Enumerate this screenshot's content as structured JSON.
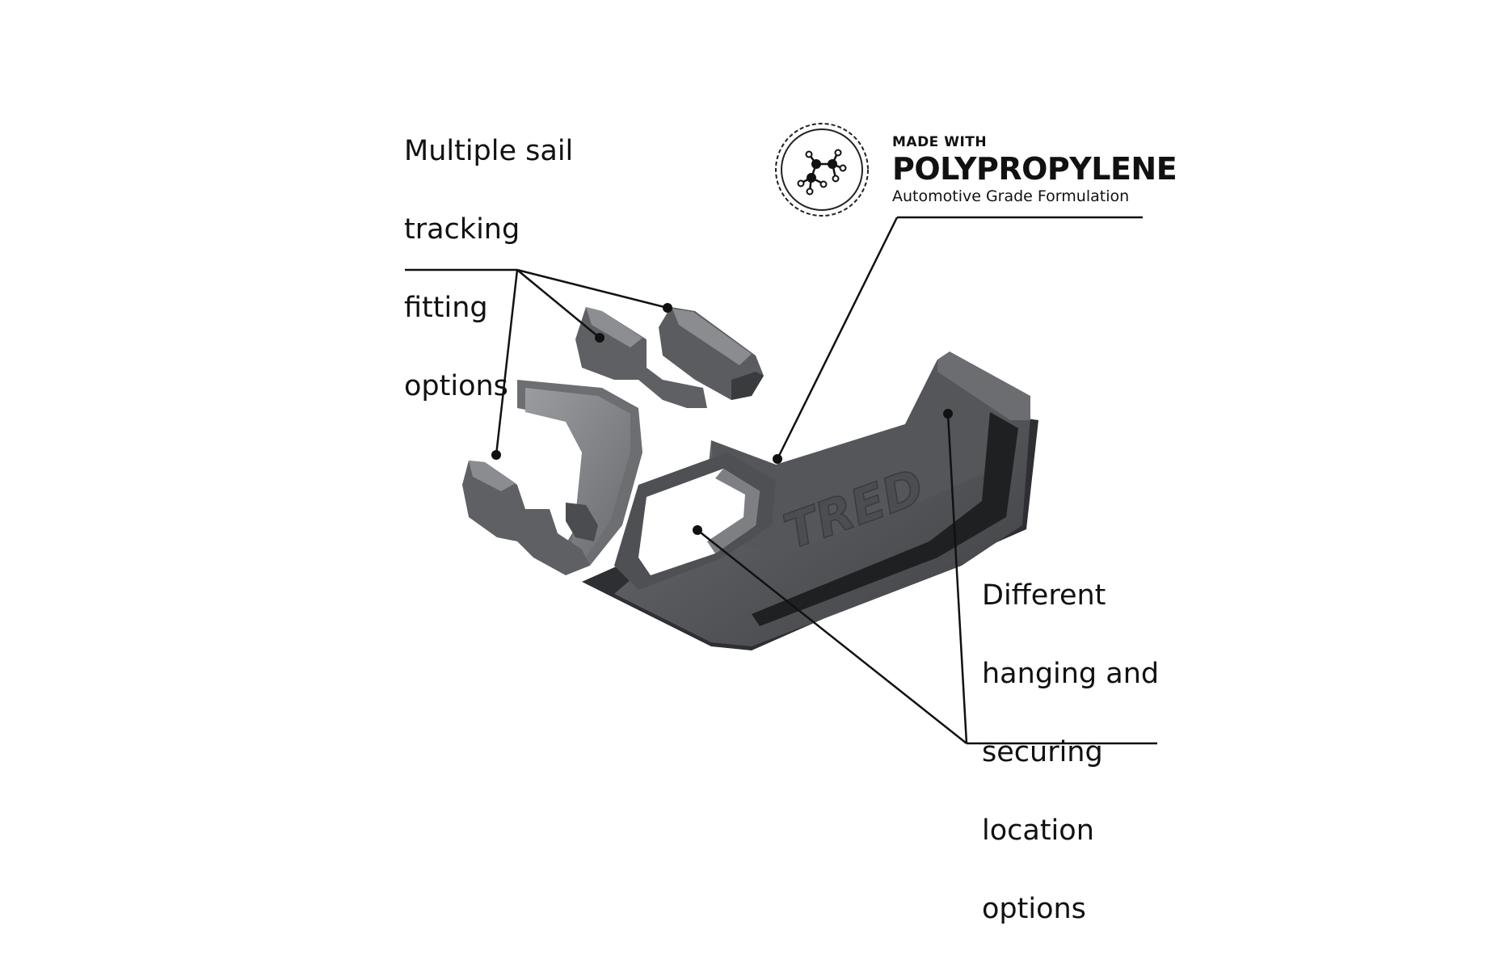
{
  "callouts": {
    "sail": [
      "Multiple sail",
      "tracking",
      "fitting",
      "options"
    ],
    "hanging": [
      "Different",
      "hanging and",
      "securing",
      "location",
      "options"
    ]
  },
  "badge": {
    "made_with": "MADE WITH",
    "material": "POLYPROPYLENE",
    "subtitle": "Automotive Grade Formulation",
    "icon": "molecule-icon"
  },
  "product": {
    "brand_mark": "TRED",
    "body_color": "#5a5c60",
    "shadow_color": "#2e2f32",
    "highlight_color": "#8c8e92"
  },
  "line_color": "#111111"
}
